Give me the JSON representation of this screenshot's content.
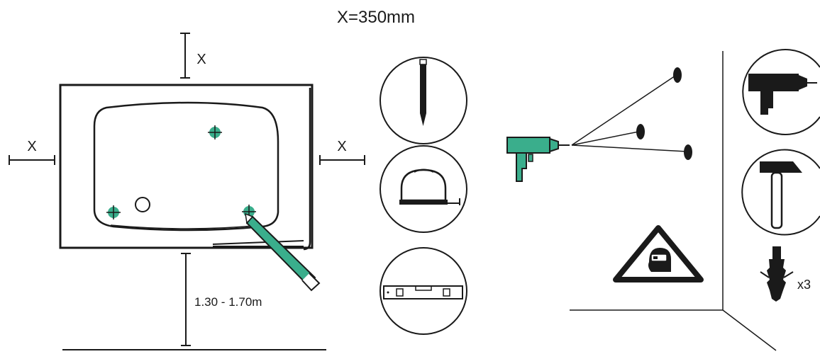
{
  "header": {
    "title": "X=350mm"
  },
  "dimensions": {
    "top_gap": "X",
    "left_gap": "X",
    "right_gap": "X",
    "floor_height": "1.30 - 1.70m"
  },
  "anchors": {
    "quantity": "x3"
  },
  "colors": {
    "accent": "#3aae8c",
    "ink": "#1a1a1a",
    "background": "#ffffff"
  },
  "tools": {
    "left_column": [
      "pencil-icon",
      "tape-measure-icon",
      "spirit-level-icon"
    ],
    "right_column": [
      "power-drill-icon",
      "hammer-icon",
      "wall-plug-icon"
    ],
    "safety": "safety-goggles-warning-icon"
  }
}
